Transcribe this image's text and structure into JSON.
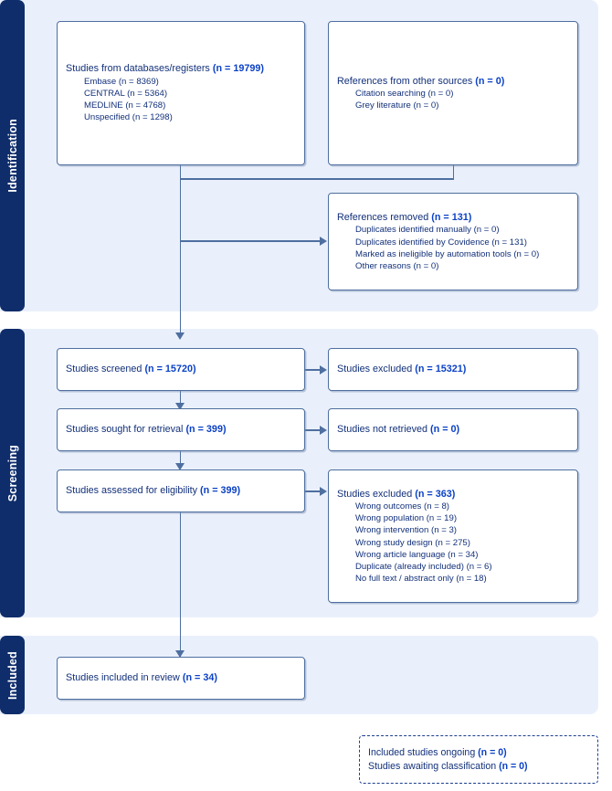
{
  "diagram": {
    "title": "PRISMA flow diagram",
    "colors": {
      "band_background": "#eaf0fb",
      "stage_tab": "#0f2d6b",
      "box_border": "#4e6fa0",
      "text": "#12307a",
      "count_accent": "#0b41c6",
      "page_background": "#ffffff"
    }
  },
  "stages": [
    {
      "id": "identification",
      "label": "Identification"
    },
    {
      "id": "screening",
      "label": "Screening"
    },
    {
      "id": "included",
      "label": "Included"
    }
  ],
  "boxes": {
    "databases": {
      "header_text": "Studies from databases/registers ",
      "header_count": "(n = 19799)",
      "sublines": [
        "Embase (n = 8369)",
        "CENTRAL (n = 5364)",
        "MEDLINE (n = 4768)",
        "Unspecified (n = 1298)"
      ]
    },
    "other_sources": {
      "header_text": "References from other sources ",
      "header_count": "(n = 0)",
      "sublines": [
        "Citation searching (n = 0)",
        "Grey literature (n = 0)"
      ]
    },
    "references_removed": {
      "header_text": "References removed ",
      "header_count": "(n = 131)",
      "sublines": [
        "Duplicates identified manually (n = 0)",
        "Duplicates identified by Covidence (n = 131)",
        "Marked as ineligible by automation tools (n = 0)",
        "Other reasons (n = 0)"
      ]
    },
    "screened": {
      "header_text": "Studies screened ",
      "header_count": "(n = 15720)",
      "sublines": []
    },
    "excluded_screened": {
      "header_text": "Studies excluded ",
      "header_count": "(n = 15321)",
      "sublines": []
    },
    "sought_retrieval": {
      "header_text": "Studies sought for retrieval ",
      "header_count": "(n = 399)",
      "sublines": []
    },
    "not_retrieved": {
      "header_text": "Studies not retrieved ",
      "header_count": "(n = 0)",
      "sublines": []
    },
    "assessed_eligibility": {
      "header_text": "Studies assessed for eligibility ",
      "header_count": "(n = 399)",
      "sublines": []
    },
    "excluded_eligibility": {
      "header_text": "Studies excluded ",
      "header_count": "(n = 363)",
      "sublines": [
        "Wrong outcomes (n = 8)",
        "Wrong population (n = 19)",
        "Wrong intervention (n = 3)",
        "Wrong study design (n = 275)",
        "Wrong article language (n = 34)",
        "Duplicate (already included) (n = 6)",
        "No full text / abstract only (n = 18)"
      ]
    },
    "included_review": {
      "header_text": "Studies included in review ",
      "header_count": "(n = 34)",
      "sublines": []
    },
    "ongoing_awaiting": {
      "line1_text": "Included studies ongoing ",
      "line1_count": "(n = 0)",
      "line2_text": "Studies awaiting classification ",
      "line2_count": "(n = 0)"
    }
  }
}
